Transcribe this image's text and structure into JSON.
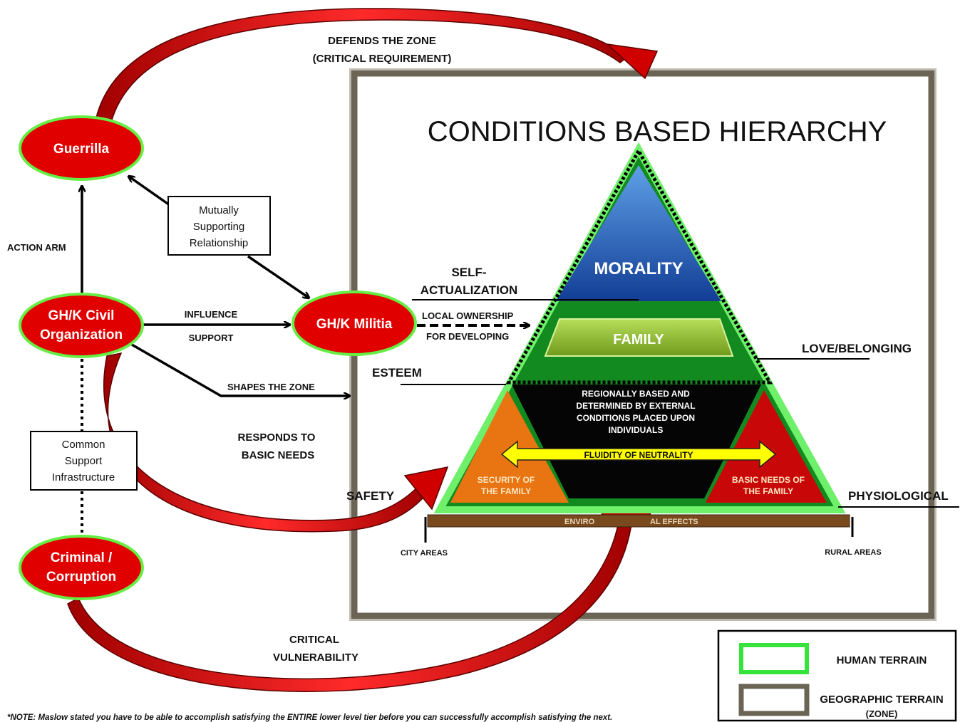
{
  "title": "CONDITIONS BASED HIERARCHY",
  "top_arrow": {
    "line1": "DEFENDS THE ZONE",
    "line2": "(CRITICAL  REQUIREMENT)"
  },
  "nodes": {
    "guerrilla": "Guerrilla",
    "civil_line1": "GH/K Civil",
    "civil_line2": "Organization",
    "militia": "GH/K Militia",
    "criminal_line1": "Criminal /",
    "criminal_line2": "Corruption"
  },
  "boxes": {
    "mutual_line1": "Mutually",
    "mutual_line2": "Supporting",
    "mutual_line3": "Relationship",
    "common_line1": "Common",
    "common_line2": "Support",
    "common_line3": "Infrastructure"
  },
  "edge_labels": {
    "action_arm": "ACTION ARM",
    "influence": "INFLUENCE",
    "support": "SUPPORT",
    "local_ownership": "LOCAL OWNERSHIP",
    "for_developing": "FOR DEVELOPING",
    "shapes_zone": "SHAPES THE ZONE",
    "responds_line1": "RESPONDS TO",
    "responds_line2": "BASIC NEEDS",
    "critical_line1": "CRITICAL",
    "critical_line2": "VULNERABILITY"
  },
  "pyramid": {
    "morality": "MORALITY",
    "family": "FAMILY",
    "center_line1": "REGIONALLY BASED AND",
    "center_line2": "DETERMINED BY EXTERNAL",
    "center_line3": "CONDITIONS PLACED UPON",
    "center_line4": "INDIVIDUALS",
    "fluidity": "FLUIDITY OF NEUTRALITY",
    "security_line1": "SECURITY OF",
    "security_line2": "THE FAMILY",
    "basic_line1": "BASIC NEEDS OF",
    "basic_line2": "THE FAMILY",
    "env_left": "ENVIRO",
    "env_right": "AL EFFECTS",
    "city": "CITY AREAS",
    "rural": "RURAL AREAS"
  },
  "levels": {
    "self_line1": "SELF-",
    "self_line2": "ACTUALIZATION",
    "love": "LOVE/BELONGING",
    "esteem": "ESTEEM",
    "safety": "SAFETY",
    "physiological": "PHYSIOLOGICAL"
  },
  "legend": {
    "human": "HUMAN TERRAIN",
    "geo_line1": "GEOGRAPHIC TERRAIN",
    "geo_line2": "(ZONE)"
  },
  "note": "*NOTE: Maslow stated you have to be able to accomplish satisfying the ENTIRE lower level tier before you can successfully accomplish satisfying the next.",
  "colors": {
    "node_red": "#e00000",
    "node_border": "#66ee44",
    "zone_border": "#6b6455",
    "arrow_red": "#d10000",
    "morality_blue": "#1f56b8",
    "family_green": "#8fbe2c",
    "safety_orange": "#e87412",
    "fluidity_yellow": "#ffff00",
    "env_brown": "#7a4a1f"
  }
}
